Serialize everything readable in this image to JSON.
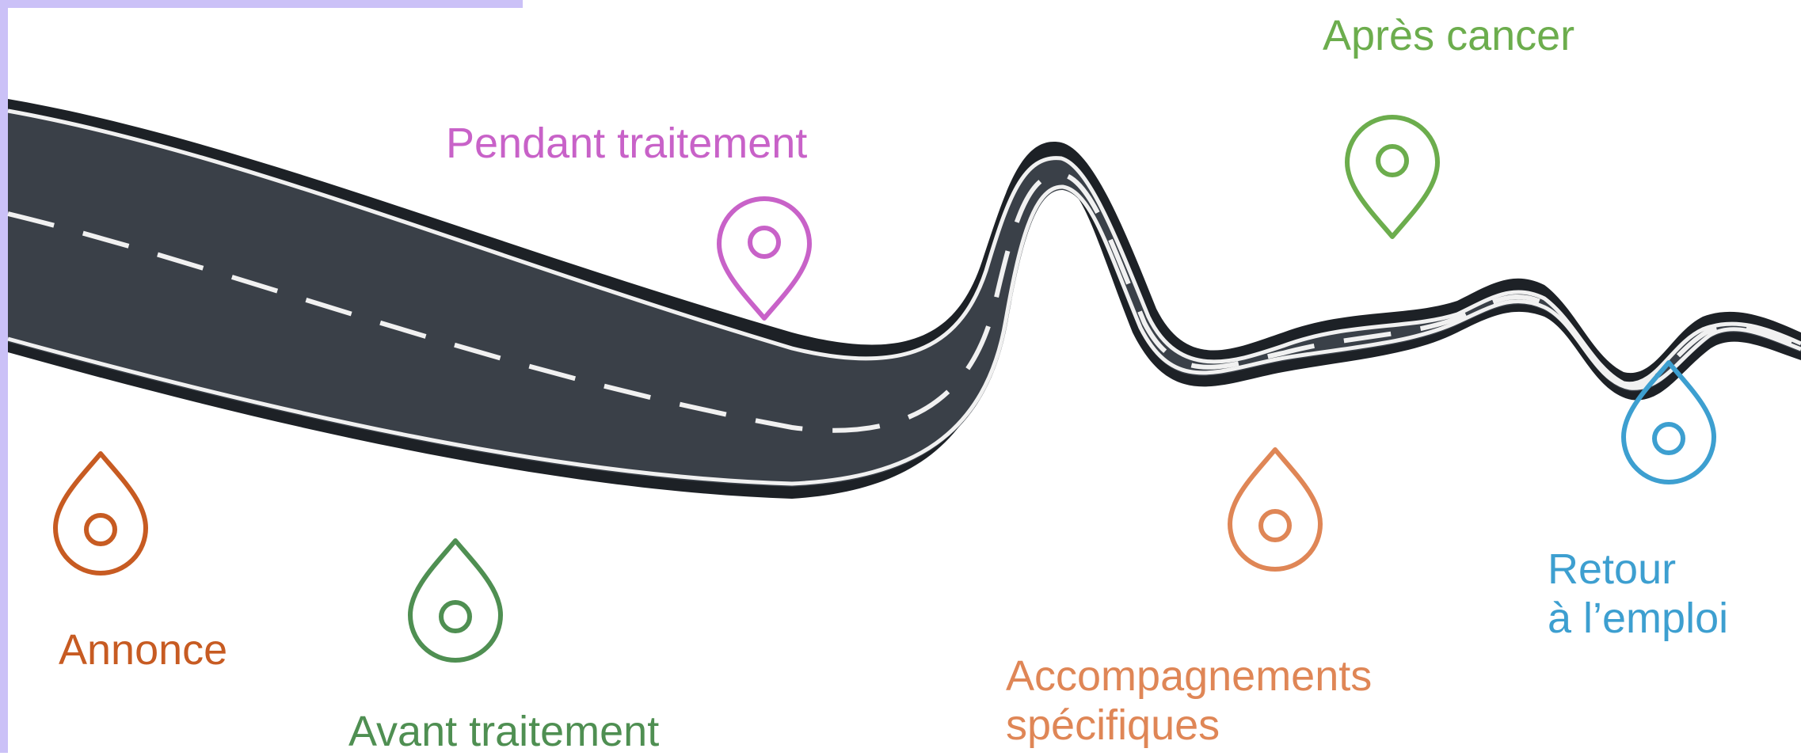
{
  "colors": {
    "frame": "#cbc1f7",
    "road_dark": "#2f353c",
    "road_edge": "#1d2126",
    "road_line": "#f1f1f1"
  },
  "stages": [
    {
      "id": "annonce",
      "lines": [
        "Annonce"
      ],
      "color": "#c75b22"
    },
    {
      "id": "avant",
      "lines": [
        "Avant traitement"
      ],
      "color": "#4f8f52"
    },
    {
      "id": "pendant",
      "lines": [
        "Pendant traitement"
      ],
      "color": "#c862c8"
    },
    {
      "id": "accompagnements",
      "lines": [
        "Accompagnements",
        "spécifiques"
      ],
      "color": "#df8656"
    },
    {
      "id": "apres",
      "lines": [
        "Après cancer"
      ],
      "color": "#6cad4d"
    },
    {
      "id": "retour",
      "lines": [
        "Retour",
        "à l’emploi"
      ],
      "color": "#3d9fd0"
    }
  ]
}
